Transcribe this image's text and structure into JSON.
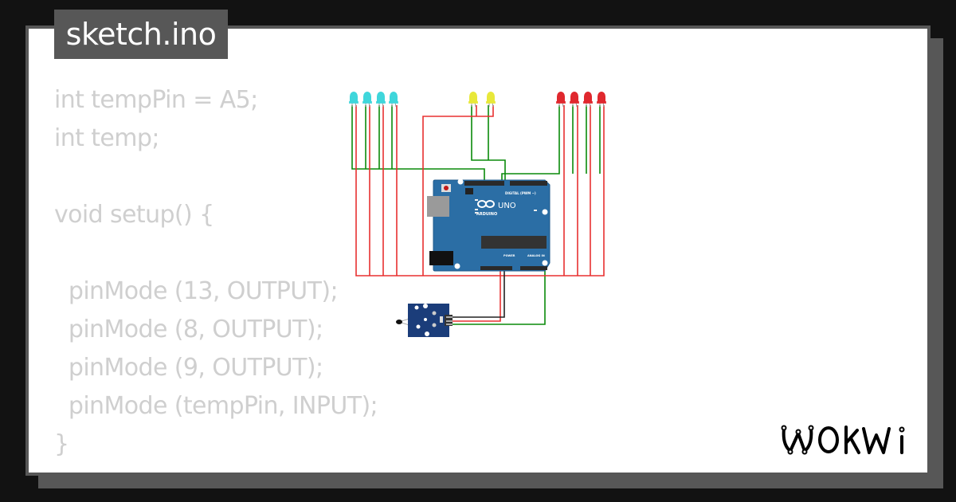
{
  "tab": {
    "filename": "sketch.ino"
  },
  "code": {
    "lines": [
      "int tempPin = A5;",
      "int temp;",
      "",
      "void setup() {",
      "",
      "  pinMode (13, OUTPUT);",
      "  pinMode (8, OUTPUT);",
      "  pinMode (9, OUTPUT);",
      "  pinMode (tempPin, INPUT);",
      "}"
    ]
  },
  "circuit": {
    "board": {
      "name": "UNO",
      "brand": "ARDUINO",
      "color": "#2b6ea5"
    },
    "leds": [
      {
        "color": "cyan",
        "hex": "#3fd6db"
      },
      {
        "color": "cyan",
        "hex": "#3fd6db"
      },
      {
        "color": "cyan",
        "hex": "#3fd6db"
      },
      {
        "color": "cyan",
        "hex": "#3fd6db"
      },
      {
        "color": "yellow",
        "hex": "#e8e83a"
      },
      {
        "color": "yellow",
        "hex": "#e8e83a"
      },
      {
        "color": "red",
        "hex": "#e0282e"
      },
      {
        "color": "red",
        "hex": "#e0282e"
      },
      {
        "color": "red",
        "hex": "#e0282e"
      },
      {
        "color": "red",
        "hex": "#e0282e"
      }
    ],
    "sensor": {
      "name": "temperature-sensor-module",
      "color": "#1b3d7a"
    },
    "wire_colors": {
      "signal": "#0a8a0a",
      "ground": "#e01010",
      "power": "#e01010",
      "black": "#222222"
    }
  },
  "brand": {
    "logo_text": "WOKWi"
  }
}
